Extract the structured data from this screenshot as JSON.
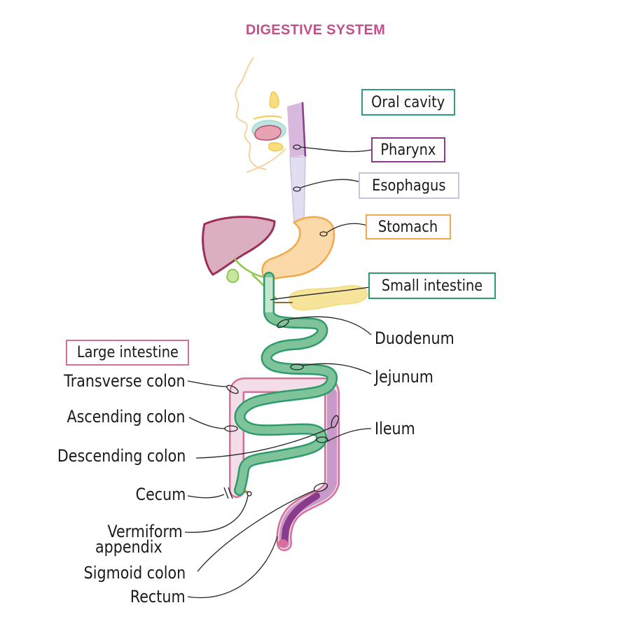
{
  "title": "DIGESTIVE SYSTEM",
  "boxed_labels": {
    "oral_cavity": "Oral cavity",
    "pharynx": "Pharynx",
    "esophagus": "Esophagus",
    "stomach": "Stomach",
    "small_intestine": "Small intestine",
    "large_intestine": "Large intestine"
  },
  "labels": {
    "duodenum": "Duodenum",
    "jejunum": "Jejunum",
    "ileum": "Ileum",
    "transverse_colon": "Transverse colon",
    "ascending_colon": "Ascending colon",
    "descending_colon": "Descending colon",
    "cecum": "Cecum",
    "vermiform_line1": "Vermiform",
    "vermiform_line2": "appendix",
    "sigmoid_colon": "Sigmoid colon",
    "rectum": "Rectum"
  },
  "colors": {
    "title": "#c4508a",
    "oral_cavity": "#2e9b8a",
    "pharynx": "#8a3c8c",
    "esophagus": "#c9c3dd",
    "stomach": "#f2a94c",
    "small_intestine": "#2e9b6a",
    "large_intestine": "#d6709a",
    "liver": "#9c2f5a",
    "gallbladder": "#8cc84b",
    "pancreas": "#f3da7a"
  }
}
